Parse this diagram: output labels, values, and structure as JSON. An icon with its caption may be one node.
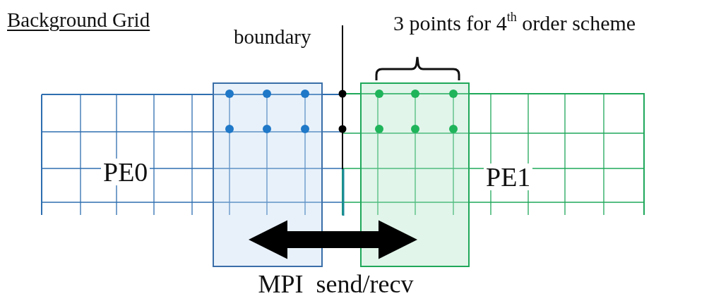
{
  "diagram": {
    "nodes": [
      {
        "text": [
          "PE0"
        ]
      },
      {
        "text": [
          "PE1"
        ]
      },
      {
        "text": [],
        "shape": "box"
      },
      {
        "text": [],
        "shape": "box"
      }
    ],
    "edges": [
      {
        "from": 2,
        "to": 3,
        "arrow": "both",
        "label": "MPI  send/recv"
      }
    ],
    "labels": [
      "Background Grid",
      "boundary",
      "3 points for 4$^{th}$ order scheme"
    ]
  }
}
